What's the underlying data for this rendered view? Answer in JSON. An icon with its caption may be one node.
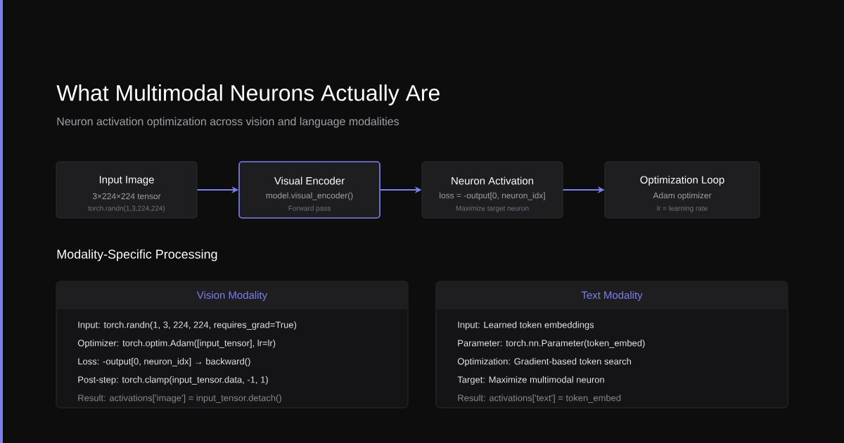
{
  "diagram": {
    "title": "What Multimodal Neurons Actually Are",
    "nodes": [
      {
        "text": [
          "Input Image",
          "3×224×224 tensor",
          "torch.randn(1,3,224,224)"
        ]
      },
      {
        "text": [
          "Visual Encoder",
          "model.visual_encoder()",
          "Forward pass"
        ]
      },
      {
        "text": [
          "Neuron Activation",
          "loss = -output[0, neuron_idx]",
          "Maximize target neuron"
        ]
      },
      {
        "text": [
          "Optimization Loop",
          "Adam optimizer",
          "lr = learning rate"
        ]
      },
      {
        "text": [
          "Vision Modality",
          "Input: torch.randn(1, 3, 224, 224, requires_grad=True)",
          "Optimizer: torch.optim.Adam([input_tensor], lr=lr)",
          "Loss: -output[0, neuron_idx] → backward()",
          "Post-step: torch.clamp(input_tensor.data, -1, 1)",
          "Result: activations['image'] = input_tensor.detach()"
        ]
      },
      {
        "text": [
          "Text Modality",
          "Input: Learned token embeddings",
          "Parameter: torch.nn.Parameter(token_embed)",
          "Optimization: Gradient-based token search",
          "Target: Maximize multimodal neuron",
          "Result: activations['text'] = token_embed"
        ]
      }
    ],
    "edges": [
      {
        "from": 0,
        "to": 1,
        "arrow": "to"
      },
      {
        "from": 1,
        "to": 2,
        "arrow": "to"
      },
      {
        "from": 2,
        "to": 3,
        "arrow": "to"
      }
    ],
    "labels": [
      "Neuron activation optimization across vision and language modalities",
      "Modality-Specific Processing"
    ]
  }
}
